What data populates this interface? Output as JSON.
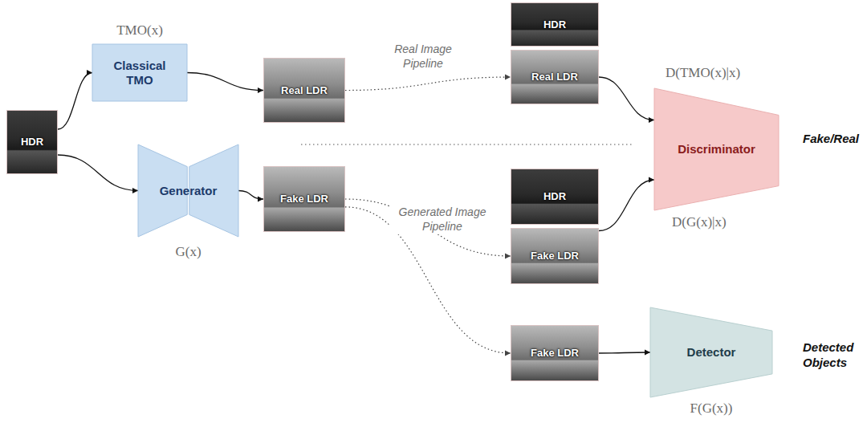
{
  "diagram": {
    "nodes": [
      {
        "text": [
          "HDR"
        ]
      },
      {
        "text": [
          "Classical TMO",
          "TMO(x)"
        ]
      },
      {
        "text": [
          "Real LDR"
        ]
      },
      {
        "text": [
          "Generator",
          "G(x)"
        ]
      },
      {
        "text": [
          "Fake LDR"
        ]
      },
      {
        "text": [
          "HDR"
        ]
      },
      {
        "text": [
          "Real LDR"
        ]
      },
      {
        "text": [
          "Discriminator"
        ]
      },
      {
        "text": [
          "HDR"
        ]
      },
      {
        "text": [
          "Fake LDR"
        ]
      },
      {
        "text": [
          "Fake LDR"
        ]
      },
      {
        "text": [
          "Detector",
          "F(G(x))"
        ]
      }
    ],
    "edges": [
      {
        "from": 0,
        "to": 1,
        "arrow": "to"
      },
      {
        "from": 0,
        "to": 3,
        "arrow": "to"
      },
      {
        "from": 1,
        "to": 2,
        "arrow": "to"
      },
      {
        "from": 3,
        "to": 4,
        "arrow": "to"
      },
      {
        "from": 2,
        "to": 6,
        "arrow": "to",
        "label": "Real Image Pipeline"
      },
      {
        "from": 6,
        "to": 7,
        "arrow": "to",
        "label": "D(TMO(x)|x)"
      },
      {
        "from": 4,
        "to": 9,
        "arrow": "to",
        "label": "Generated Image Pipeline"
      },
      {
        "from": 4,
        "to": 10,
        "arrow": "to"
      },
      {
        "from": 9,
        "to": 7,
        "arrow": "to",
        "label": "D(G(x)|x)"
      },
      {
        "from": 10,
        "to": 11,
        "arrow": "to"
      }
    ],
    "labels": [
      "Fake/Real",
      "Detected Objects"
    ]
  }
}
